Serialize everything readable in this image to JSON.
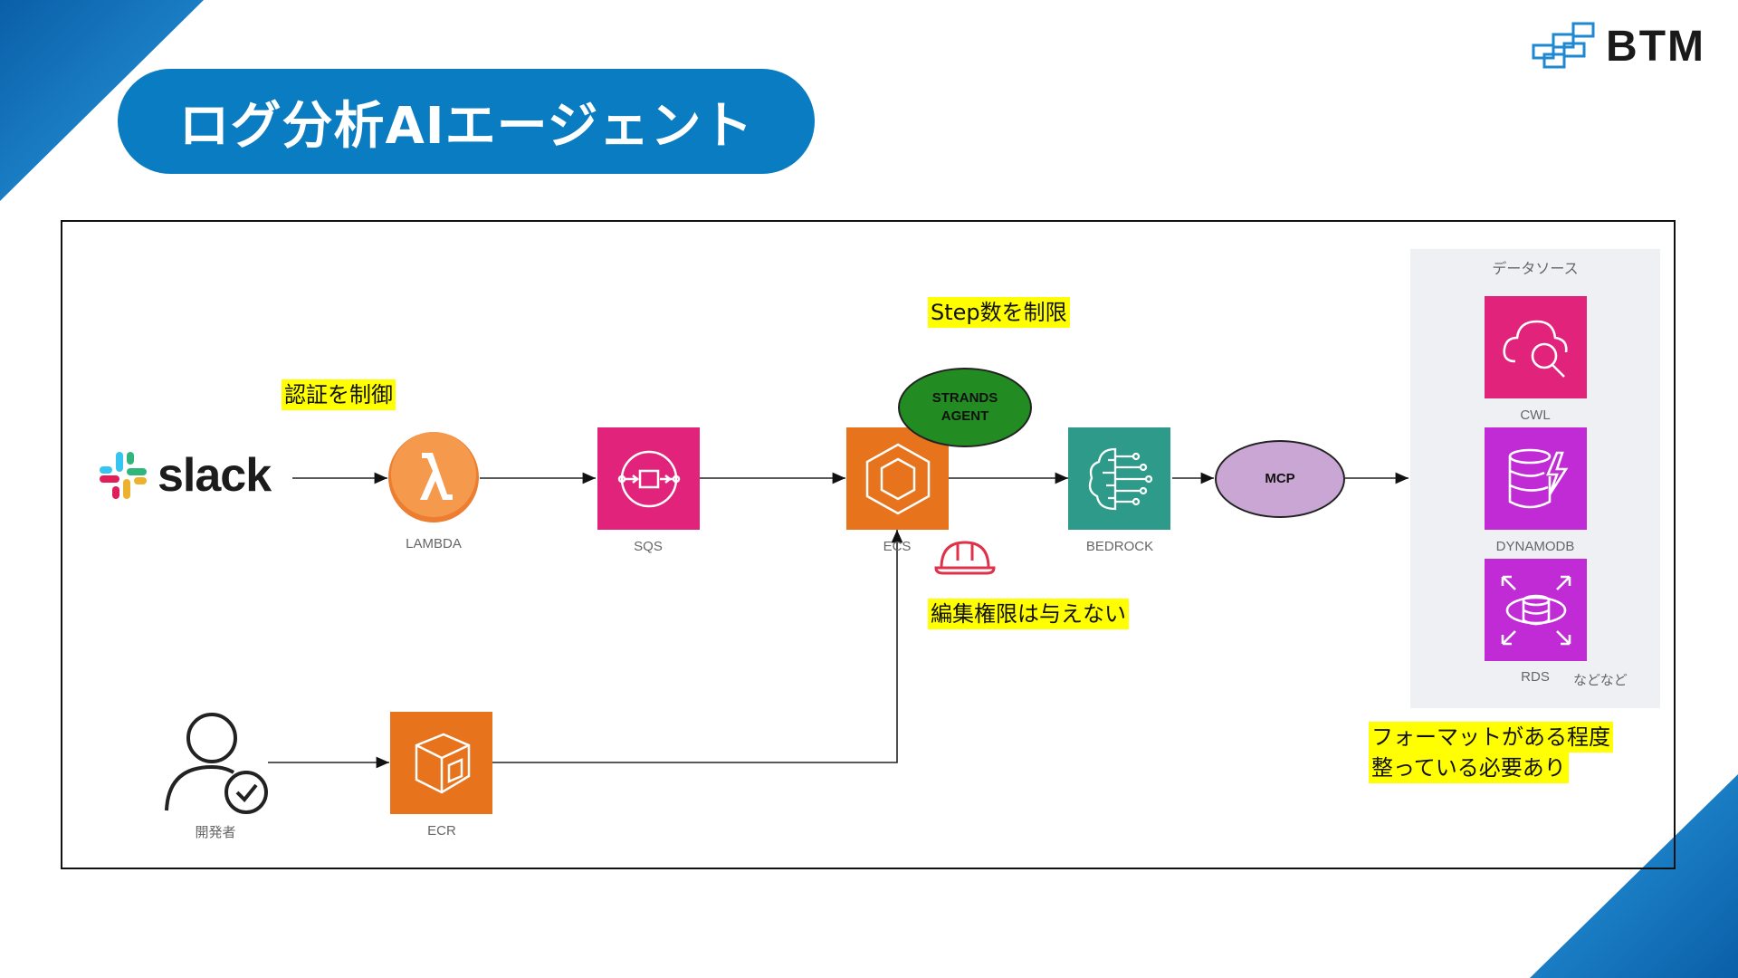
{
  "title": "ログ分析AIエージェント",
  "logo_text": "BTM",
  "colors": {
    "brand_blue": "#0a7cc2",
    "lambda_orange": "#ed7d31",
    "compute_orange": "#e7731c",
    "app_pink": "#e2237b",
    "ai_green": "#2e9b8a",
    "db_purple": "#c02bd6",
    "note_yellow": "#ffff00",
    "strands_green": "#228b22",
    "mcp_purple": "#c9a6d4"
  },
  "diagram": {
    "source_name": "slack",
    "services": {
      "lambda": "LAMBDA",
      "sqs": "SQS",
      "ecs": "ECS",
      "bedrock": "BEDROCK",
      "ecr": "ECR",
      "developer": "開発者"
    },
    "strands_agent": [
      "STRANDS",
      "AGENT"
    ],
    "mcp": "MCP",
    "datasource": {
      "title": "データソース",
      "items": [
        "CWL",
        "DYNAMODB",
        "RDS"
      ],
      "etc": "などなど"
    },
    "notes": {
      "auth": "認証を制御",
      "steps": "Step数を制限",
      "permissions": "編集権限は与えない",
      "format_line1": "フォーマットがある程度",
      "format_line2": "整っている必要あり"
    }
  }
}
